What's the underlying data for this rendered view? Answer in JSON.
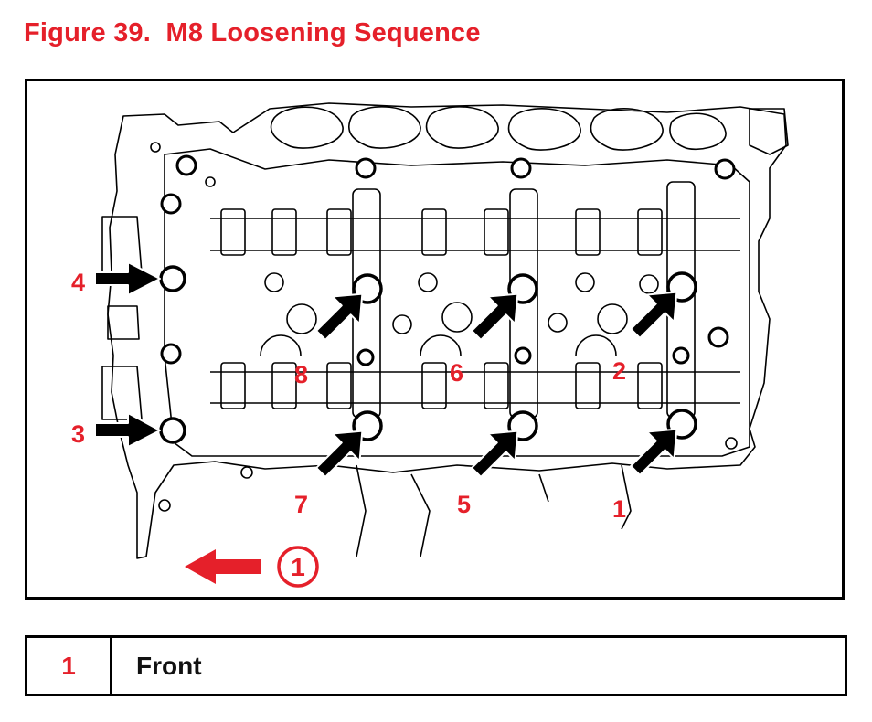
{
  "figure": {
    "title": "Figure 39.  M8 Loosening Sequence"
  },
  "sequence_labels": [
    "1",
    "2",
    "3",
    "4",
    "5",
    "6",
    "7",
    "8"
  ],
  "front_marker": {
    "number": "1"
  },
  "legend": [
    {
      "number": "1",
      "description": "Front"
    }
  ],
  "colors": {
    "accent_red": "#e5202a",
    "line_black": "#000000"
  }
}
